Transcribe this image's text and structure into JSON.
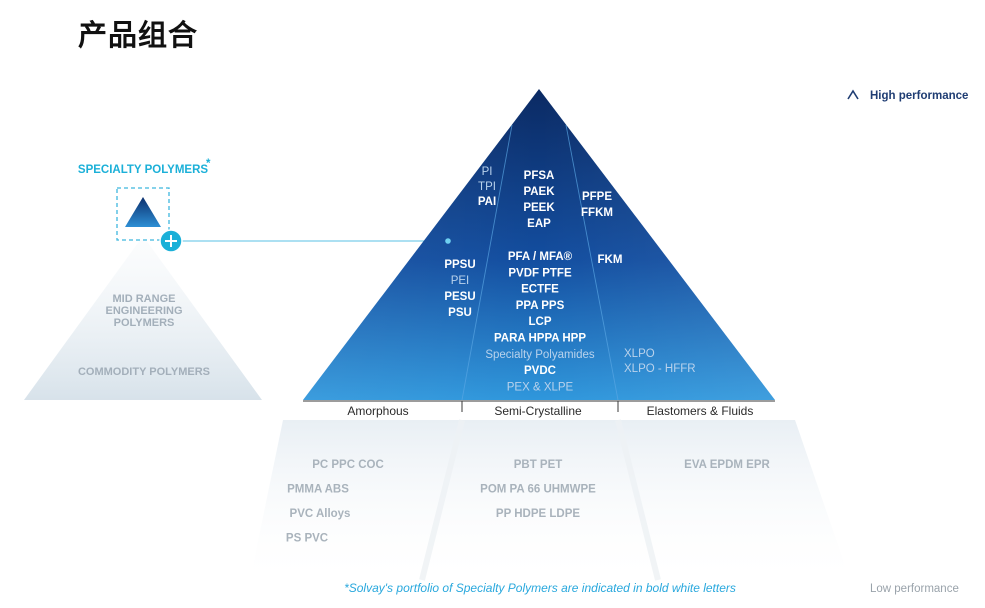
{
  "title": "产品组合",
  "performance_axis": {
    "high_label": "High performance",
    "low_label": "Low performance"
  },
  "small_pyramid": {
    "specialty_label": "SPECIALTY POLYMERS",
    "specialty_mark": "*",
    "mid_range_lines": [
      "MID RANGE",
      "ENGINEERING",
      "POLYMERS"
    ],
    "commodity_label": "COMMODITY POLYMERS",
    "plus_icon": "plus-circle-icon"
  },
  "categories": [
    "Amorphous",
    "Semi-Crystalline",
    "Elastomers & Fluids"
  ],
  "pyramid": {
    "amorphous_top": [
      {
        "text": "PI",
        "bold": false
      },
      {
        "text": "TPI",
        "bold": false
      },
      {
        "text": "PAI",
        "bold": true
      }
    ],
    "amorphous_mid": [
      {
        "text": "PPSU",
        "bold": true
      },
      {
        "text": "PEI",
        "bold": false
      },
      {
        "text": "PESU",
        "bold": true
      },
      {
        "text": "PSU",
        "bold": true
      }
    ],
    "semi_top": [
      {
        "text": "PFSA",
        "bold": true
      },
      {
        "text": "PAEK",
        "bold": true
      },
      {
        "text": "PEEK",
        "bold": true
      },
      {
        "text": "EAP",
        "bold": true
      }
    ],
    "semi_mid": [
      {
        "text": "PFA / MFA®",
        "bold": true
      },
      {
        "text": "PVDF PTFE",
        "bold": true
      },
      {
        "text": "ECTFE",
        "bold": true
      },
      {
        "text": "PPA  PPS",
        "bold": true
      },
      {
        "text": "LCP",
        "bold": true
      },
      {
        "text": "PARA  HPPA  HPP",
        "bold": true
      },
      {
        "text": "Specialty Polyamides",
        "bold": false
      },
      {
        "text": "PVDC",
        "bold": true
      },
      {
        "text": "PEX & XLPE",
        "bold": false
      }
    ],
    "elast_top": [
      {
        "text": "PFPE",
        "bold": true
      },
      {
        "text": "FFKM",
        "bold": true
      }
    ],
    "elast_mid": [
      {
        "text": "FKM",
        "bold": true
      }
    ],
    "elast_low": [
      {
        "text": "XLPO",
        "bold": false
      },
      {
        "text": "XLPO - HFFR",
        "bold": false
      }
    ]
  },
  "commodity": {
    "amorphous": [
      "PC   PPC   COC",
      "PMMA   ABS",
      "PVC Alloys",
      "PS   PVC"
    ],
    "semi": [
      "PBT   PET",
      "POM   PA 66   UHMWPE",
      "PP   HDPE   LDPE"
    ],
    "elast": [
      "EVA   EPDM   EPR"
    ]
  },
  "footnote": "*Solvay's portfolio of Specialty Polymers are indicated in bold white letters",
  "colors": {
    "pyramid_dark": "#0b2a63",
    "pyramid_light": "#2a8fd6",
    "accent": "#1bb0d8",
    "axis": "#1f3d73"
  }
}
